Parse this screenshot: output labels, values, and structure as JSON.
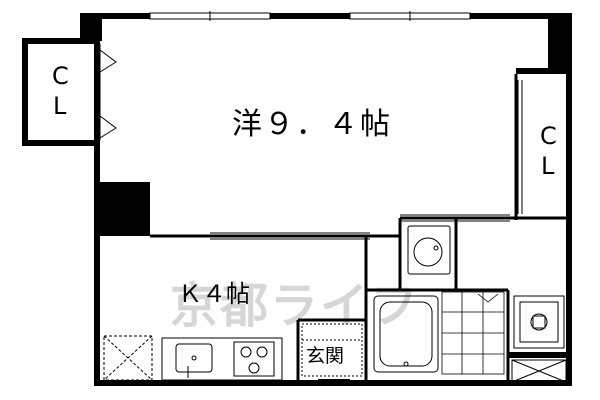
{
  "floorplan": {
    "rooms": {
      "western_room": "洋９．４帖",
      "kitchen": "Ｋ４帖",
      "entrance": "玄関",
      "closet_left_1": "C",
      "closet_left_2": "L",
      "closet_right_1": "C",
      "closet_right_2": "L"
    },
    "watermark": "京都ライフ"
  }
}
